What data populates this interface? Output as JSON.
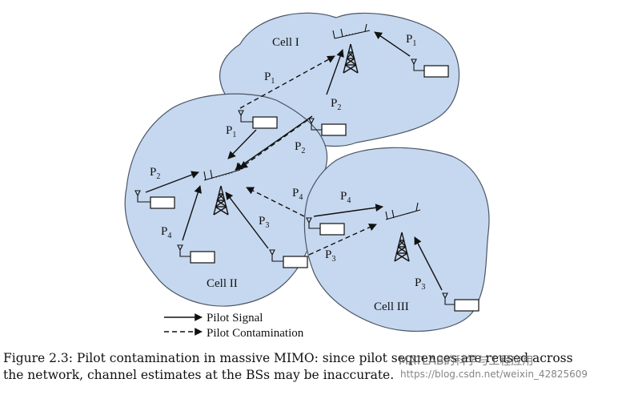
{
  "cells": [
    {
      "name": "Cell I"
    },
    {
      "name": "Cell II"
    },
    {
      "name": "Cell III"
    }
  ],
  "power_labels": {
    "p1": "P",
    "p2": "P",
    "p3": "P",
    "p4": "P",
    "sub1": "1",
    "sub2": "2",
    "sub3": "3",
    "sub4": "4"
  },
  "legend": {
    "pilot_signal": "Pilot Signal",
    "pilot_contamination": "Pilot Contamination"
  },
  "caption": {
    "line1": "Figure 2.3: Pilot contamination in massive MIMO: since pilot sequences are reused across",
    "line2": "the network, channel estimates at the BSs may be inaccurate."
  },
  "watermark": {
    "text": "MATLAB的科学与工程应用",
    "url": "https://blog.csdn.net/weixin_42825609"
  },
  "colors": {
    "cell_fill": "#c6d8ef",
    "cell_stroke": "#4a5566",
    "line": "#111111"
  }
}
